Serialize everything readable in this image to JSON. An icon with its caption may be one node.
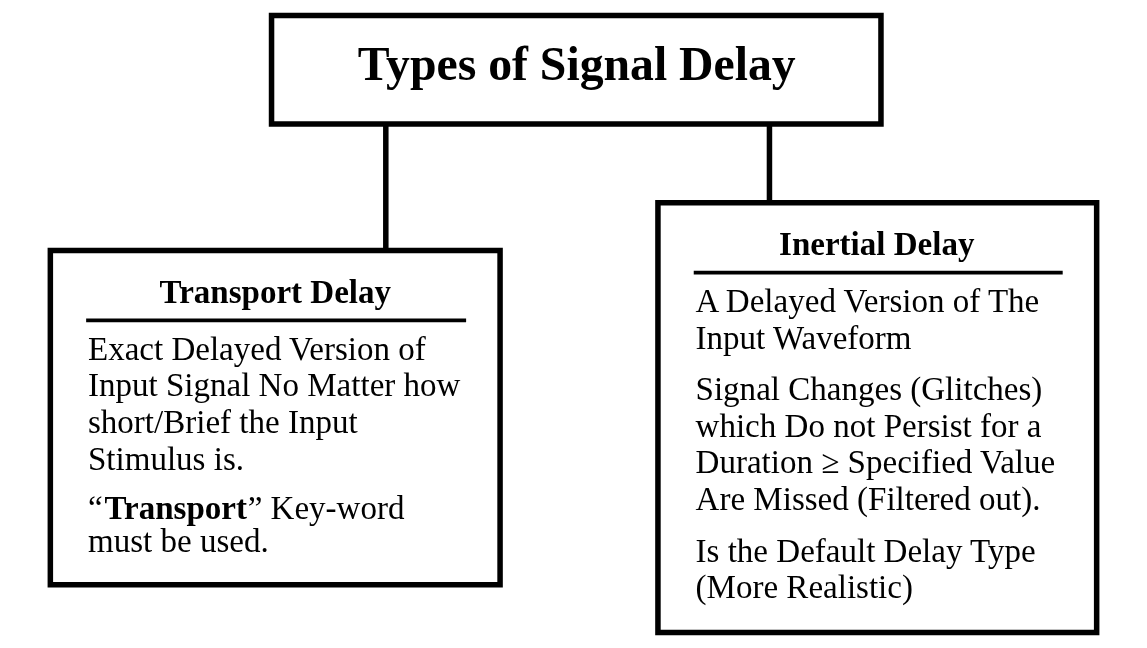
{
  "diagram": {
    "nodes": [
      {
        "text": [
          "Types of Signal Delay"
        ]
      },
      {
        "text": [
          "Transport Delay",
          "Exact Delayed Version of Input Signal No Matter how short/Brief the Input Stimulus is.",
          "“**Transport**” Key-word must be used."
        ]
      },
      {
        "text": [
          "Inertial Delay",
          "A Delayed Version of The Input Waveform",
          "Signal Changes (Glitches) which Do not Persist for a Duration ≥ Specified Value Are Missed (Filtered out).",
          "Is the Default Delay Type (More Realistic)"
        ]
      }
    ],
    "edges": [
      {
        "from": 0,
        "to": 1,
        "arrow": "none"
      },
      {
        "from": 0,
        "to": 2,
        "arrow": "none"
      }
    ]
  }
}
